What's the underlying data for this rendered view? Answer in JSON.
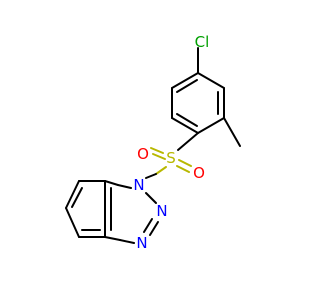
{
  "molecule": {
    "colors": {
      "bond": "#000000",
      "chlorine": "#00a000",
      "sulfur": "#b8b800",
      "oxygen": "#ff0000",
      "nitrogen": "#0000ff"
    },
    "atoms": {
      "chlorine": "Cl",
      "sulfur": "S",
      "oxygen_left": "O",
      "oxygen_right": "O",
      "nitrogen_1": "N",
      "nitrogen_2": "N",
      "nitrogen_3": "N"
    }
  }
}
